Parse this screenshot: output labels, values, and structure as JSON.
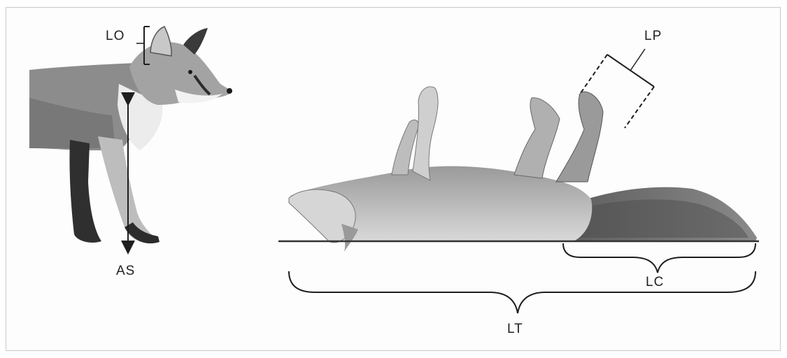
{
  "colors": {
    "ink": "#1e1e1e",
    "fur_dark": "#3a3a3a",
    "fur_mid": "#777777",
    "fur_light": "#b5b5b5",
    "fur_pale": "#dcdcdc",
    "frame": "#c9c9c9"
  },
  "labels": {
    "ear_length": "LO",
    "shoulder_height": "AS",
    "hind_foot_length": "LP",
    "tail_length": "LC",
    "total_length": "LT"
  }
}
